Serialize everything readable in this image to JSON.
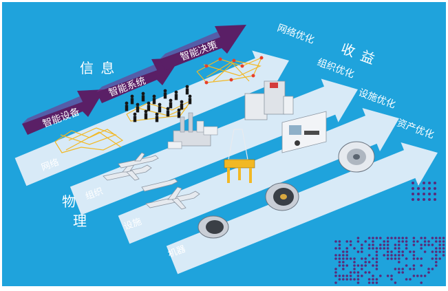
{
  "colors": {
    "background": "#1fa3dc",
    "purple_arrow": "#5a1f66",
    "purple_arrow_light": "#7a2e86",
    "white_arrow": "#e8f0f8",
    "dots": "#5a2a7a",
    "label": "#ffffff",
    "network": "#f2b824"
  },
  "labels": {
    "info": "信 息",
    "income": "收 益",
    "physics": [
      "物",
      "理"
    ]
  },
  "purple_arrows": [
    {
      "label": "智能设备"
    },
    {
      "label": "智能系统"
    },
    {
      "label": "智能决策"
    }
  ],
  "left_labels": [
    {
      "label": "网络"
    },
    {
      "label": "组织"
    },
    {
      "label": "设施"
    },
    {
      "label": "机器"
    }
  ],
  "right_labels": [
    {
      "label": "网络优化"
    },
    {
      "label": "组织优化"
    },
    {
      "label": "设施优化"
    },
    {
      "label": "资产优化"
    }
  ],
  "icons": [
    "network-mesh-icon",
    "people-crowd-icon",
    "factory-icon",
    "hospital-building-icon",
    "airplane-icon",
    "oil-rig-icon",
    "office-room-icon",
    "jet-engine-icon",
    "turbine-machine-icon"
  ]
}
